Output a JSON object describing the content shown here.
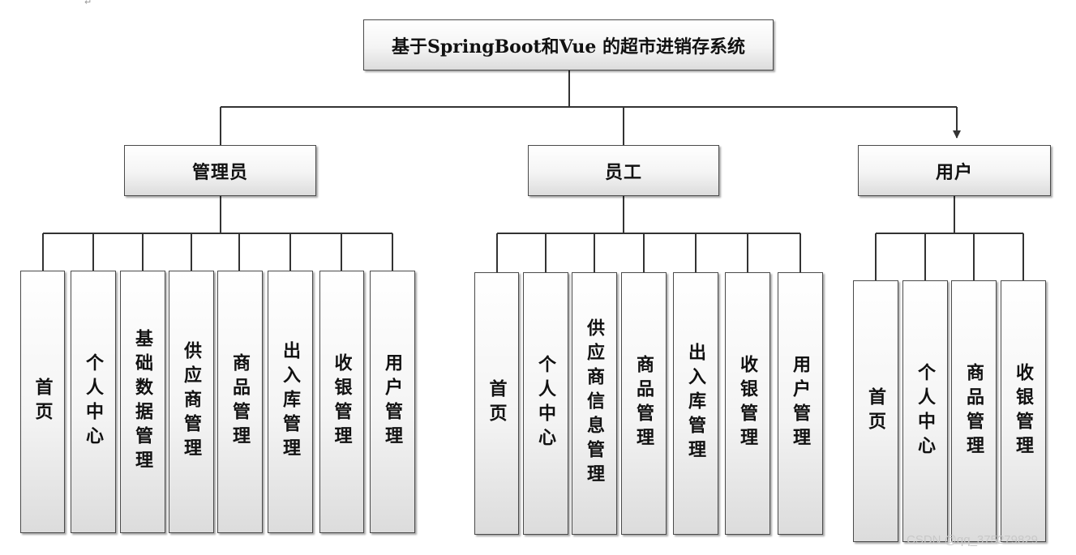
{
  "title": "基于SpringBoot和Vue 的超市进销存系统",
  "corner_mark": "↵",
  "groups": [
    {
      "label": "管理员",
      "children": [
        "首页",
        "个人中心",
        "基础数据管理",
        "供应商管理",
        "商品管理",
        "出入库管理",
        "收银管理",
        "用户管理"
      ]
    },
    {
      "label": "员工",
      "children": [
        "首页",
        "个人中心",
        "供应商信息管理",
        "商品管理",
        "出入库管理",
        "收银管理",
        "用户管理"
      ]
    },
    {
      "label": "用户",
      "children": [
        "首页",
        "个人中心",
        "商品管理",
        "收银管理"
      ]
    }
  ],
  "watermark": "CSDN @qq_375279829"
}
